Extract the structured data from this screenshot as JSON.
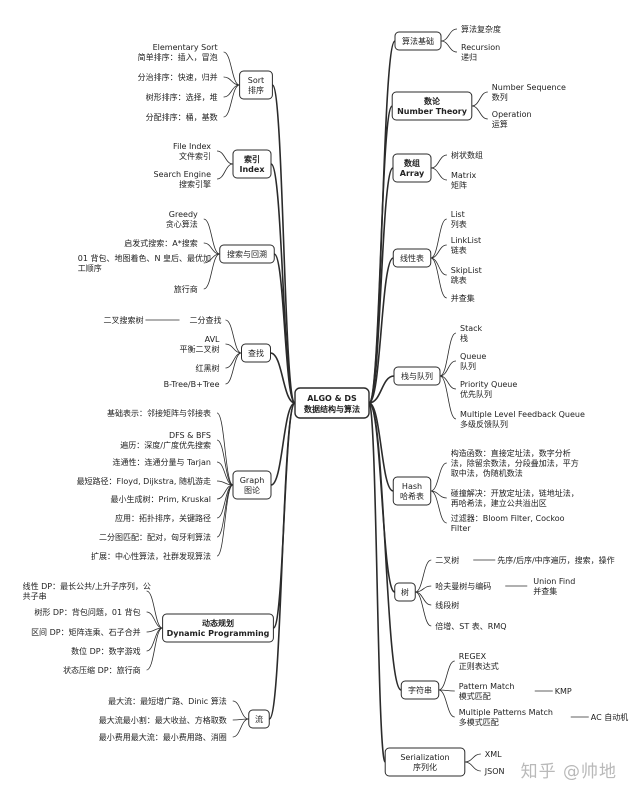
{
  "center": {
    "line1": "ALGO & DS",
    "line2": "数据结构与算法"
  },
  "watermark": "知乎 @帅地",
  "left": [
    {
      "title": [
        "Sort",
        "排序"
      ],
      "children": [
        [
          "Elementary Sort",
          "简单排序：插入，冒泡"
        ],
        [
          "分治排序：快速，归并"
        ],
        [
          "树形排序：选择，堆"
        ],
        [
          "分配排序：桶，基数"
        ]
      ]
    },
    {
      "title": [
        "索引",
        "Index"
      ],
      "children": [
        [
          "File Index",
          "文件索引"
        ],
        [
          "Search Engine",
          "搜索引擎"
        ]
      ]
    },
    {
      "title": [
        "搜索与回溯"
      ],
      "children": [
        [
          "Greedy",
          "贪心算法"
        ],
        [
          "启发式搜索：A*搜索"
        ],
        [
          "01 背包、地图着色、N 皇后、最优加",
          "工顺序"
        ],
        [
          "旅行商"
        ]
      ]
    },
    {
      "title": [
        "查找"
      ],
      "children": [
        [
          "二分查找",
          "二叉搜索树"
        ],
        [
          "AVL",
          "平衡二叉树"
        ],
        [
          "红黑树"
        ],
        [
          "B-Tree/B+Tree"
        ]
      ]
    },
    {
      "title": [
        "Graph",
        "图论"
      ],
      "children": [
        [
          "基础表示：邻接矩阵与邻接表"
        ],
        [
          "DFS & BFS",
          "遍历：深度/广度优先搜索"
        ],
        [
          "连通性：连通分量与 Tarjan"
        ],
        [
          "最短路径：Floyd, Dijkstra, 随机游走"
        ],
        [
          "最小生成树：Prim, Kruskal"
        ],
        [
          "应用：拓扑排序，关键路径"
        ],
        [
          "二分图匹配：配对，匈牙利算法"
        ],
        [
          "扩展：中心性算法，社群发现算法"
        ]
      ]
    },
    {
      "title": [
        "动态规划",
        "Dynamic Programming"
      ],
      "children": [
        [
          "线性 DP：最长公共/上升子序列，公",
          "共子串"
        ],
        [
          "树形 DP：背包问题，01 背包"
        ],
        [
          "区间 DP：矩阵连乘、石子合并"
        ],
        [
          "数位 DP：数字游戏"
        ],
        [
          "状态压缩 DP：旅行商"
        ]
      ]
    },
    {
      "title": [
        "流"
      ],
      "children": [
        [
          "最大流：最短增广路、Dinic 算法"
        ],
        [
          "最大流最小割：最大收益、方格取数"
        ],
        [
          "最小费用最大流：最小费用路、消圈"
        ]
      ]
    }
  ],
  "right": [
    {
      "title": [
        "算法基础"
      ],
      "children": [
        [
          "算法复杂度"
        ],
        [
          "Recursion",
          "递归"
        ]
      ]
    },
    {
      "title": [
        "数论",
        "Number Theory"
      ],
      "children": [
        [
          "Number Sequence",
          "数列"
        ],
        [
          "Operation",
          "运算"
        ]
      ]
    },
    {
      "title": [
        "数组",
        "Array"
      ],
      "children": [
        [
          "树状数组"
        ],
        [
          "Matrix",
          "矩阵"
        ]
      ]
    },
    {
      "title": [
        "线性表"
      ],
      "children": [
        [
          "List",
          "列表"
        ],
        [
          "LinkList",
          "链表"
        ],
        [
          "SkipList",
          "跳表"
        ],
        [
          "并查集"
        ]
      ]
    },
    {
      "title": [
        "栈与队列"
      ],
      "children": [
        [
          "Stack",
          "栈"
        ],
        [
          "Queue",
          "队列"
        ],
        [
          "Priority Queue",
          "优先队列"
        ],
        [
          "Multiple Level Feedback Queue",
          "多级反馈队列"
        ]
      ]
    },
    {
      "title": [
        "Hash",
        "哈希表"
      ],
      "children": [
        [
          "构造函数：直接定址法，数字分析",
          "法，除留余数法，分段叠加法，平方",
          "取中法，伪随机数法"
        ],
        [
          "碰撞解决：开放定址法，链地址法，",
          "再哈希法，建立公共溢出区"
        ],
        [
          "过滤器：Bloom Filter, Cockoo",
          "Filter"
        ]
      ]
    },
    {
      "title": [
        "树"
      ],
      "children": [
        [
          "二叉树",
          "先序/后序/中序遍历，搜索，操作"
        ],
        [
          "哈夫曼树与编码",
          "Union Find",
          "并查集"
        ],
        [
          "线段树"
        ],
        [
          "倍增、ST 表、RMQ"
        ]
      ]
    },
    {
      "title": [
        "字符串"
      ],
      "children": [
        [
          "REGEX",
          "正则表达式"
        ],
        [
          "Pattern Match",
          "模式匹配",
          "KMP"
        ],
        [
          "Multiple Patterns Match",
          "多模式匹配",
          "AC 自动机"
        ]
      ]
    },
    {
      "title": [
        "Serialization",
        "序列化"
      ],
      "children": [
        [
          "XML"
        ],
        [
          "JSON"
        ]
      ]
    }
  ]
}
